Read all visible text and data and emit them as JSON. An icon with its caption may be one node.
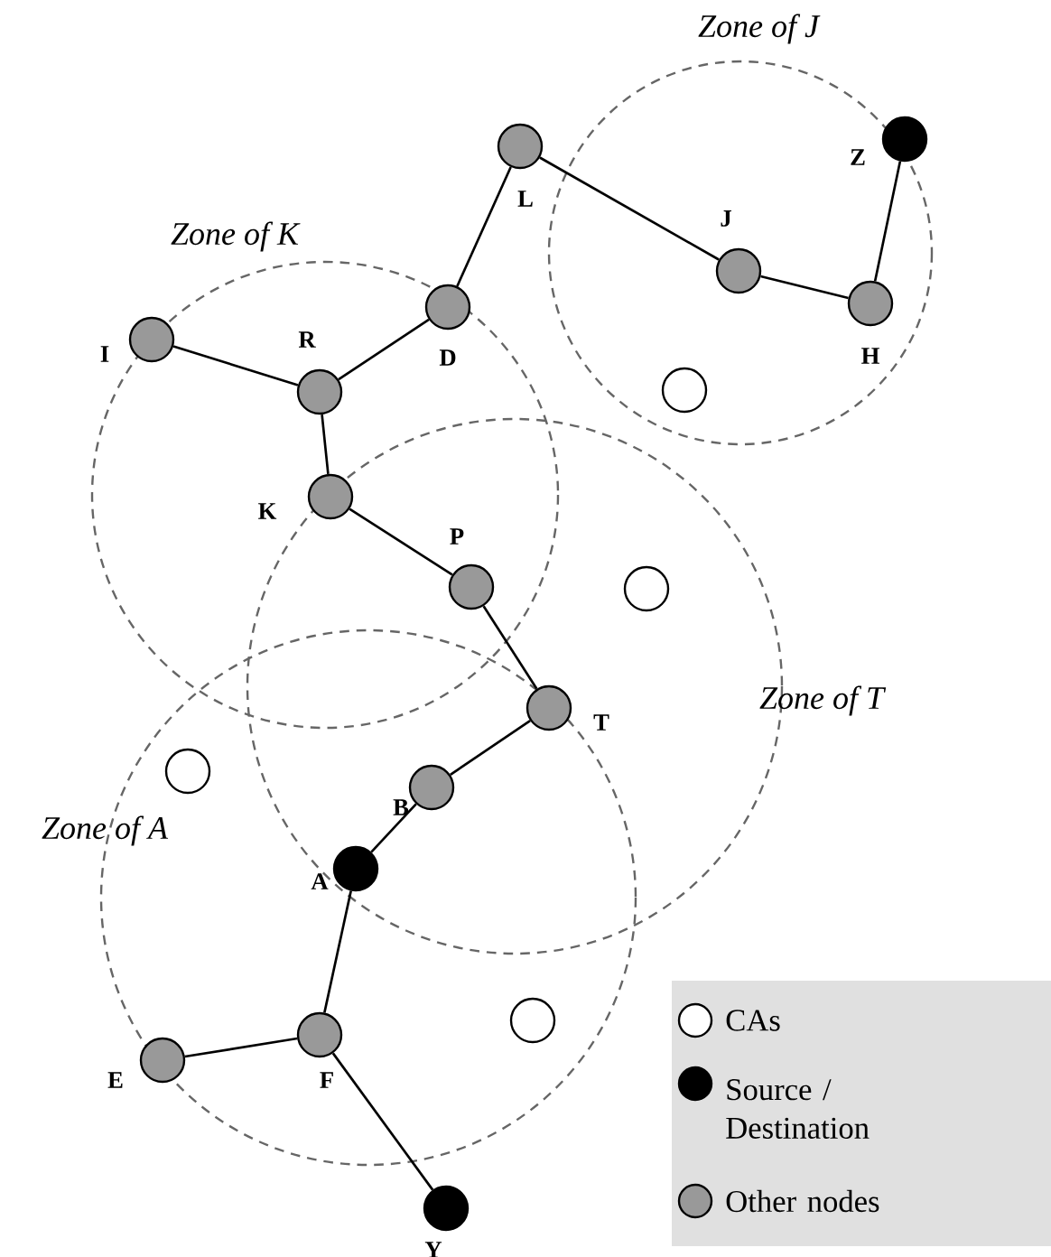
{
  "diagram": {
    "nodes": [
      {
        "text": [],
        "shape": "circle",
        "beside": [
          "Z"
        ]
      },
      {
        "text": [],
        "shape": "circle",
        "beside": [
          "L"
        ]
      },
      {
        "text": [],
        "shape": "circle",
        "beside": [
          "J"
        ]
      },
      {
        "text": [],
        "shape": "circle",
        "beside": [
          "H"
        ]
      },
      {
        "text": [],
        "shape": "circle",
        "beside": [
          "I"
        ]
      },
      {
        "text": [],
        "shape": "circle",
        "beside": [
          "R"
        ]
      },
      {
        "text": [],
        "shape": "circle",
        "beside": [
          "D"
        ]
      },
      {
        "text": [],
        "shape": "circle",
        "beside": [
          "K"
        ]
      },
      {
        "text": [],
        "shape": "circle",
        "beside": [
          "P"
        ]
      },
      {
        "text": [],
        "shape": "circle",
        "beside": [
          "T"
        ]
      },
      {
        "text": [],
        "shape": "circle",
        "beside": [
          "B"
        ]
      },
      {
        "text": [],
        "shape": "circle",
        "beside": [
          "A"
        ]
      },
      {
        "text": [],
        "shape": "circle",
        "beside": [
          "F"
        ]
      },
      {
        "text": [],
        "shape": "circle",
        "beside": [
          "E"
        ]
      },
      {
        "text": [],
        "shape": "circle",
        "beside": [
          "Y"
        ]
      },
      {
        "text": [],
        "shape": "circle"
      },
      {
        "text": [],
        "shape": "circle"
      },
      {
        "text": [],
        "shape": "circle"
      },
      {
        "text": [],
        "shape": "circle"
      }
    ],
    "edges": [
      {
        "from": 4,
        "to": 5,
        "arrow": "none"
      },
      {
        "from": 5,
        "to": 6,
        "arrow": "none"
      },
      {
        "from": 6,
        "to": 1,
        "arrow": "none"
      },
      {
        "from": 1,
        "to": 2,
        "arrow": "none"
      },
      {
        "from": 2,
        "to": 3,
        "arrow": "none"
      },
      {
        "from": 3,
        "to": 0,
        "arrow": "none"
      },
      {
        "from": 5,
        "to": 7,
        "arrow": "none"
      },
      {
        "from": 7,
        "to": 8,
        "arrow": "none"
      },
      {
        "from": 8,
        "to": 9,
        "arrow": "none"
      },
      {
        "from": 9,
        "to": 10,
        "arrow": "none"
      },
      {
        "from": 10,
        "to": 11,
        "arrow": "none"
      },
      {
        "from": 11,
        "to": 12,
        "arrow": "none"
      },
      {
        "from": 12,
        "to": 13,
        "arrow": "none"
      },
      {
        "from": 12,
        "to": 14,
        "arrow": "none"
      }
    ],
    "labels": [
      "Zone of J",
      "Zone of K",
      "Zone of T",
      "Zone of A"
    ],
    "legend": [
      {
        "text": "CAs",
        "color": "#ffffff"
      },
      {
        "text": "Source / Destination",
        "color": "#000000"
      },
      {
        "text": "Other nodes",
        "color": "#999999"
      }
    ]
  }
}
